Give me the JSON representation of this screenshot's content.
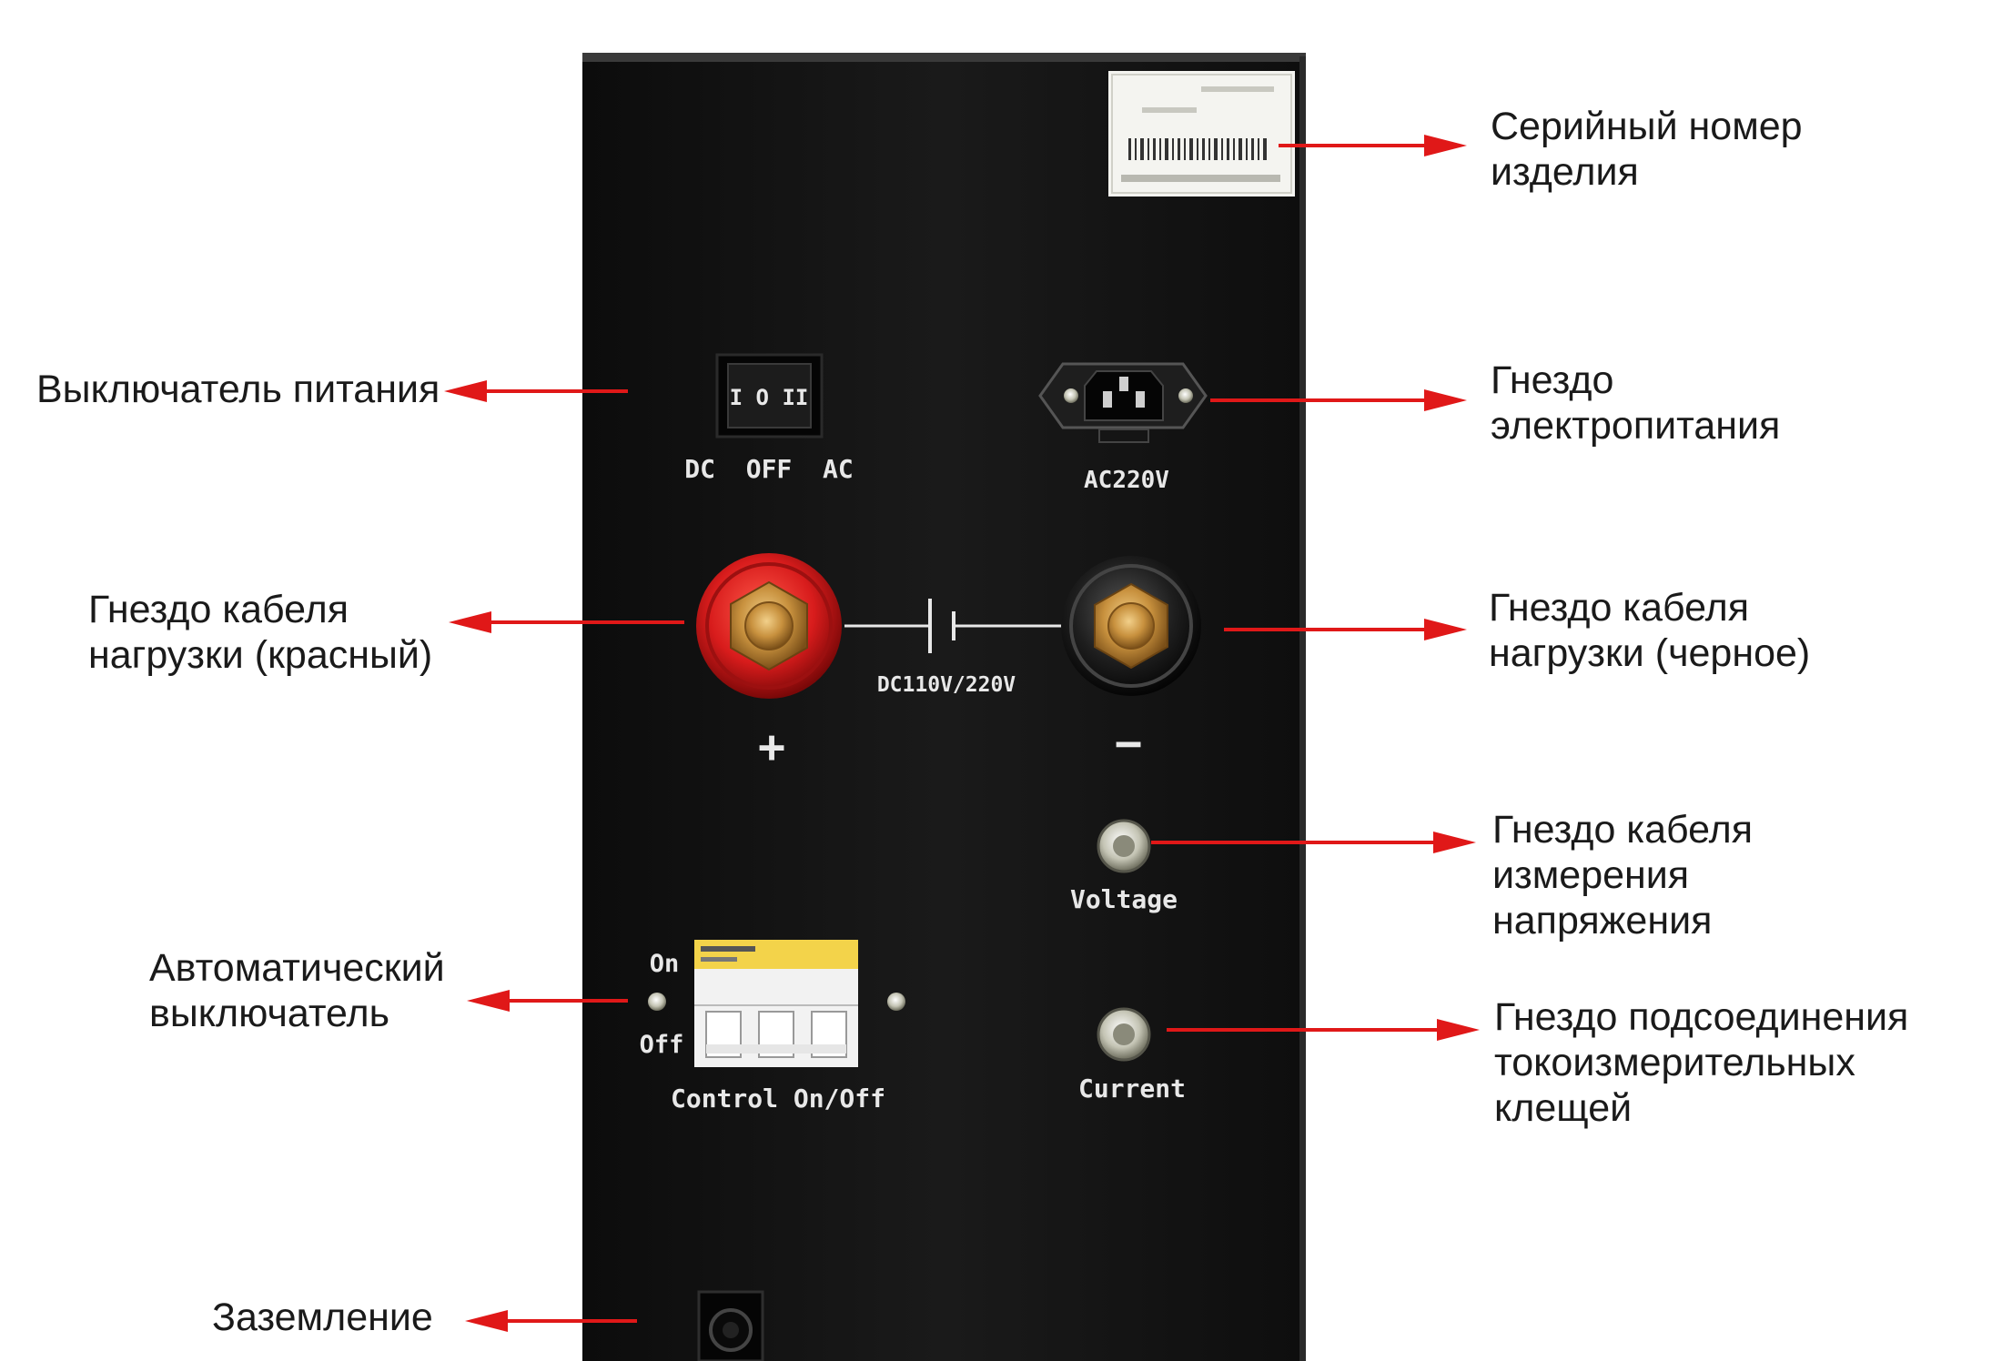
{
  "callouts": {
    "serial_number": [
      "Серийный номер",
      "изделия"
    ],
    "power_switch": [
      "Выключатель питания"
    ],
    "power_socket": [
      "Гнездо",
      "электропитания"
    ],
    "load_red": [
      "Гнездо кабеля",
      "нагрузки (красный)"
    ],
    "load_black": [
      "Гнездо кабеля",
      "нагрузки (черное)"
    ],
    "voltage_cable": [
      "Гнездо кабеля",
      "измерения",
      "напряжения"
    ],
    "breaker": [
      "Автоматический",
      "выключатель"
    ],
    "clamp": [
      "Гнездо подсоединения",
      "токоизмерительных",
      "клещей"
    ],
    "ground": [
      "Заземление"
    ]
  },
  "panel": {
    "switch_positions": "DC  OFF  AC",
    "switch_symbols": "I O II",
    "ac_label": "AC220V",
    "dc_label": "DC110V/220V",
    "plus": "+",
    "minus": "−",
    "voltage_label": "Voltage",
    "current_label": "Current",
    "breaker_on": "On",
    "breaker_off": "Off",
    "breaker_label": "Control On/Off"
  },
  "colors": {
    "panel": "#111111",
    "arrow": "#e01818",
    "red_terminal": "#d81c1c",
    "black_terminal": "#1a1a1a",
    "brass": "#c8913e"
  }
}
